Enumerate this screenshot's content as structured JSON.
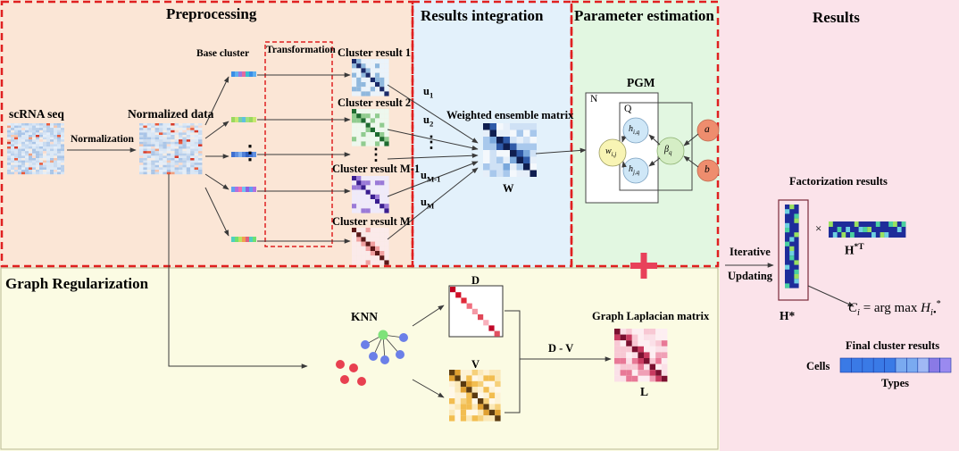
{
  "sections": {
    "preprocessing": "Preprocessing",
    "results_integration": "Results integration",
    "parameter_estimation": "Parameter estimation",
    "results": "Results",
    "graph_regularization": "Graph Regularization"
  },
  "preprocessing": {
    "scrna_seq": "scRNA seq",
    "normalization": "Normalization",
    "normalized_data": "Normalized data",
    "base_cluster": "Base cluster",
    "transformation": "Transformation",
    "vertical_dots": "⋮",
    "cluster_results": [
      "Cluster result 1",
      "Cluster result 2",
      "Cluster result M-1",
      "Cluster result M"
    ]
  },
  "integration": {
    "weights": [
      {
        "base": "u",
        "sub": "1"
      },
      {
        "base": "u",
        "sub": "2"
      },
      {
        "base": "u",
        "sub": "M-1"
      },
      {
        "base": "u",
        "sub": "M"
      }
    ],
    "weight_dots": "⋮",
    "matrix_title": "Weighted ensemble matrix",
    "matrix_symbol": "W"
  },
  "pgm": {
    "title": "PGM",
    "plate_n": "N",
    "plate_q": "Q",
    "nodes": {
      "w": {
        "base": "w",
        "sub": "i,j"
      },
      "h_iq": {
        "base": "h",
        "sub": "i,q"
      },
      "h_jq": {
        "base": "h",
        "sub": "j,q"
      },
      "beta": {
        "base": "β",
        "sub": "q"
      },
      "a": "a",
      "b": "b"
    }
  },
  "graph": {
    "knn": "KNN",
    "d": "D",
    "v": "V",
    "d_minus_v": "D - V",
    "laplacian_title": "Graph Laplacian matrix",
    "laplacian_symbol": "L"
  },
  "results": {
    "factorization_results": "Factorization results",
    "iterative": "Iterative",
    "updating": "Updating",
    "times": "×",
    "h_star": "H*",
    "h_star_t": {
      "base": "H",
      "sup": "*T"
    },
    "formula": {
      "lhs": "C",
      "lhs_sub": "i",
      "eq": " = arg max ",
      "rhs": "H",
      "rhs_sub": "i•",
      "rhs_sup": "*"
    },
    "final_cluster_results": "Final cluster results",
    "cells": "Cells",
    "types": "Types"
  },
  "plus": "+",
  "colors": {
    "preprocessing_bg": "#fbe6d6",
    "integration_bg": "#e3f1fb",
    "parameter_bg": "#e2f7e1",
    "results_bg": "#fbe3ea",
    "graph_bg": "#fbfbe3",
    "dashed_red": "#e02020",
    "plus_red": "#e8415a",
    "arrow": "#3a3a3a"
  }
}
